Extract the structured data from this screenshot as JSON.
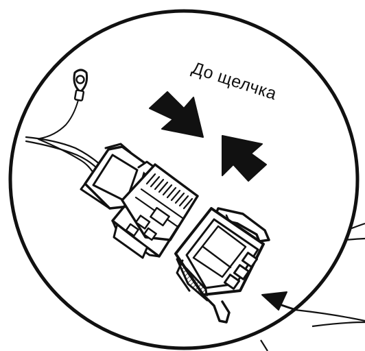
{
  "diagram": {
    "caption": "До щелчка",
    "colors": {
      "ink": "#111111",
      "paper": "#ffffff"
    },
    "parts": [
      {
        "name": "ring-terminal",
        "icon": "ring-terminal-icon"
      },
      {
        "name": "connector-plug",
        "icon": "connector-plug-icon"
      },
      {
        "name": "connector-socket",
        "icon": "connector-socket-icon"
      },
      {
        "name": "push-arrow-left",
        "icon": "arrow-icon"
      },
      {
        "name": "push-arrow-right",
        "icon": "arrow-icon"
      },
      {
        "name": "pointer-arrow",
        "icon": "arrow-icon"
      }
    ]
  }
}
